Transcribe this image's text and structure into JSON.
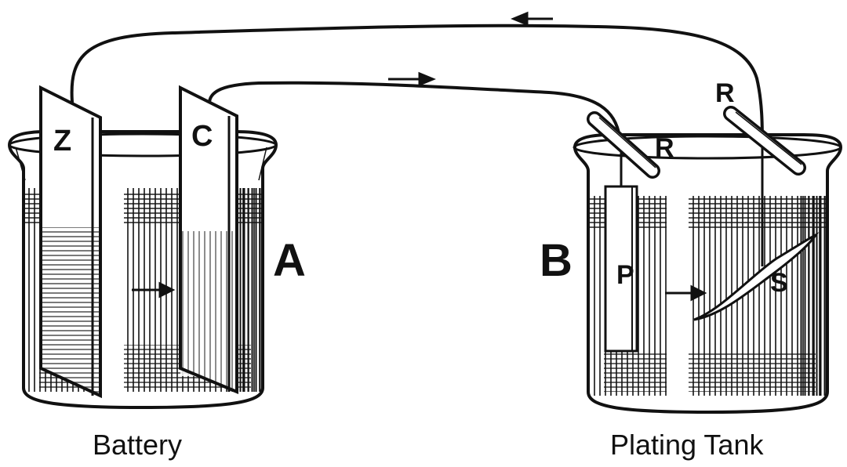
{
  "labels": {
    "zinc_plate": "Z",
    "carbon_plate": "C",
    "battery_letter": "A",
    "tank_letter": "B",
    "rod_left": "R",
    "rod_right": "R",
    "plate_p": "P",
    "object_s": "S",
    "battery_caption": "Battery",
    "tank_caption": "Plating Tank"
  },
  "colors": {
    "ink": "#111111",
    "paper": "#ffffff"
  }
}
